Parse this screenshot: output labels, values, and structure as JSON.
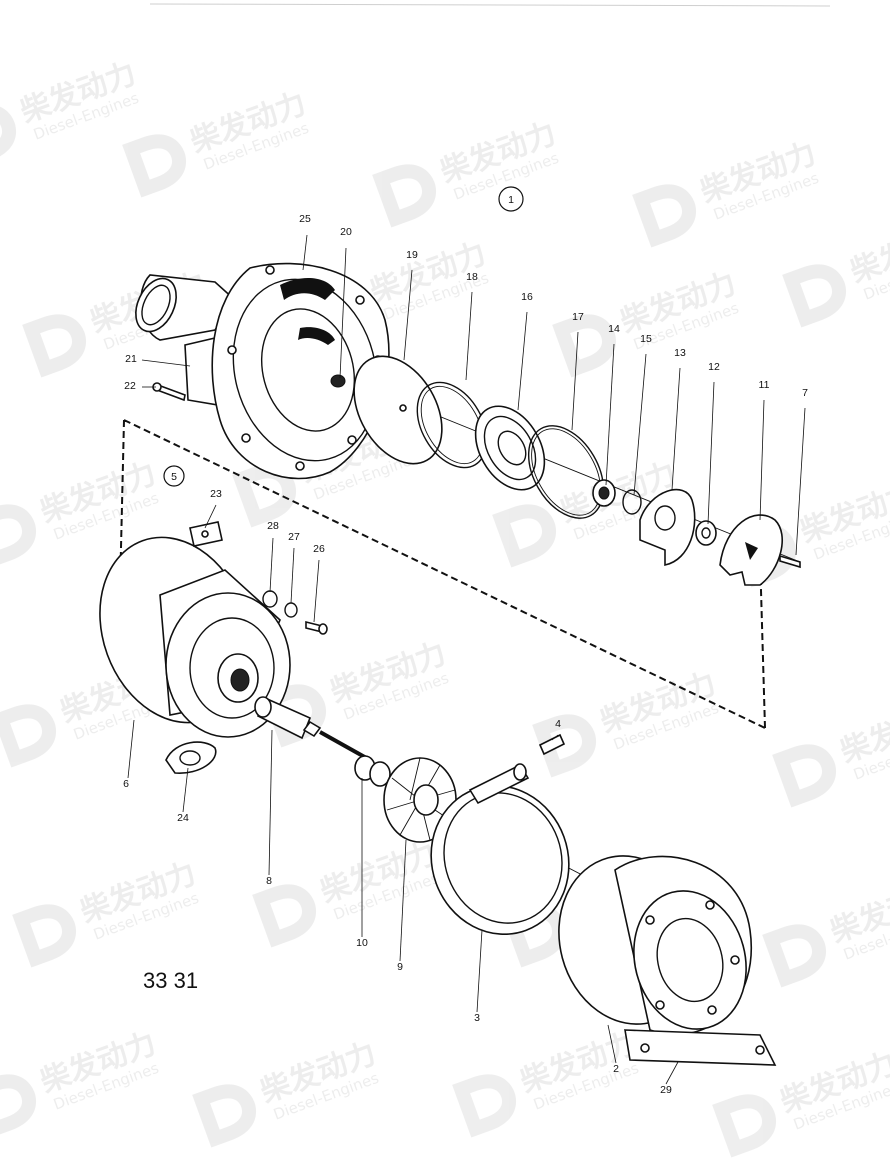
{
  "watermark": {
    "brand": "柴发动力",
    "subtitle": "Diesel-Engines"
  },
  "diagram": {
    "group_labels": [
      {
        "id": "group-1",
        "text": "1"
      },
      {
        "id": "group-5",
        "text": "5"
      }
    ],
    "part_labels": [
      {
        "text": "25"
      },
      {
        "text": "20"
      },
      {
        "text": "19"
      },
      {
        "text": "18"
      },
      {
        "text": "16"
      },
      {
        "text": "17"
      },
      {
        "text": "14"
      },
      {
        "text": "15"
      },
      {
        "text": "13"
      },
      {
        "text": "12"
      },
      {
        "text": "11"
      },
      {
        "text": "7"
      },
      {
        "text": "21"
      },
      {
        "text": "22"
      },
      {
        "text": "23"
      },
      {
        "text": "28"
      },
      {
        "text": "27"
      },
      {
        "text": "26"
      },
      {
        "text": "4"
      },
      {
        "text": "6"
      },
      {
        "text": "24"
      },
      {
        "text": "8"
      },
      {
        "text": "10"
      },
      {
        "text": "9"
      },
      {
        "text": "3"
      },
      {
        "text": "2"
      },
      {
        "text": "29"
      }
    ],
    "figure_number": "33 31"
  }
}
